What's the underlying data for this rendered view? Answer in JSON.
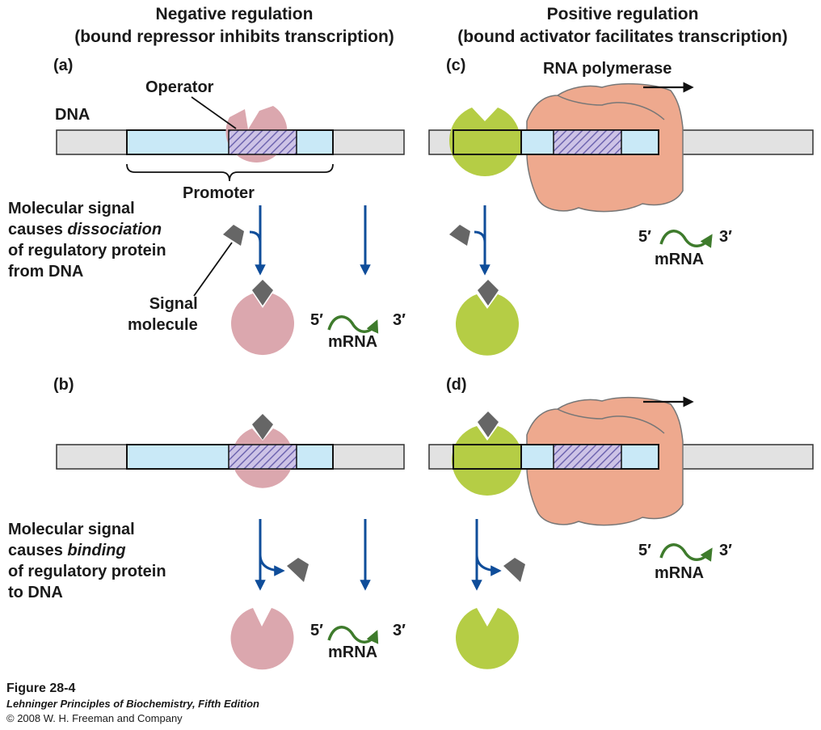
{
  "headers": {
    "negative_title": "Negative regulation",
    "negative_subtitle": "(bound repressor inhibits transcription)",
    "positive_title": "Positive regulation",
    "positive_subtitle": "(bound activator facilitates transcription)"
  },
  "panels": {
    "a": "(a)",
    "b": "(b)",
    "c": "(c)",
    "d": "(d)"
  },
  "labels": {
    "operator": "Operator",
    "dna": "DNA",
    "promoter": "Promoter",
    "rna_polymerase": "RNA polymerase",
    "signal_molecule_line1": "Signal",
    "signal_molecule_line2": "molecule"
  },
  "side_text_a": {
    "line1": "Molecular signal",
    "line2_pre": "causes ",
    "line2_em": "dissociation",
    "line3": "of regulatory protein",
    "line4": "from DNA"
  },
  "side_text_b": {
    "line1": "Molecular signal",
    "line2_pre": "causes ",
    "line2_em": "binding",
    "line3": "of regulatory protein",
    "line4": "to DNA"
  },
  "mrna": {
    "five": "5′",
    "three": "3′",
    "label": "mRNA"
  },
  "footer": {
    "figure": "Figure 28-4",
    "book": "Lehninger Principles of Biochemistry, Fifth Edition",
    "copyright": "© 2008 W. H. Freeman and Company"
  },
  "colors": {
    "dna_gray": "#e2e2e2",
    "promoter_blue": "#c9e9f7",
    "operator_stripe": "#8a7fbf",
    "repressor_pink": "#dba7ae",
    "activator_green": "#b5cd45",
    "polymerase_salmon": "#eea98e",
    "signal_gray": "#666666",
    "arrow_blue": "#0f4d9a",
    "mrna_green": "#3e7b2c"
  }
}
